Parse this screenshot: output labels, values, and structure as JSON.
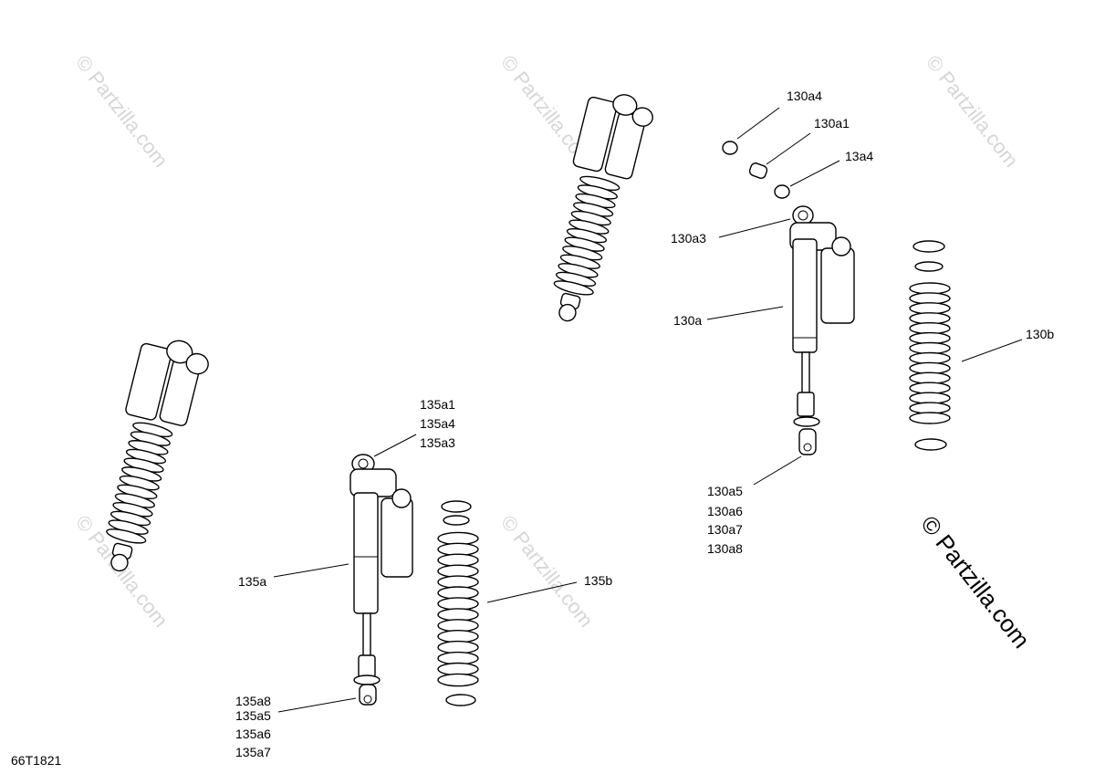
{
  "diagram_code": "66T1821",
  "watermark": "© Partzilla.com",
  "labels": {
    "l130a4": "130a4",
    "l130a1": "130a1",
    "l13a4": "13a4",
    "l130a3": "130a3",
    "l130a": "130a",
    "l130b": "130b",
    "l130a5": "130a5",
    "l130a6": "130a6",
    "l130a7": "130a7",
    "l130a8": "130a8",
    "l135a1": "135a1",
    "l135a4": "135a4",
    "l135a3": "135a3",
    "l135a": "135a",
    "l135b": "135b",
    "l135a8": "135a8",
    "l135a5": "135a5",
    "l135a6": "135a6",
    "l135a7": "135a7"
  }
}
